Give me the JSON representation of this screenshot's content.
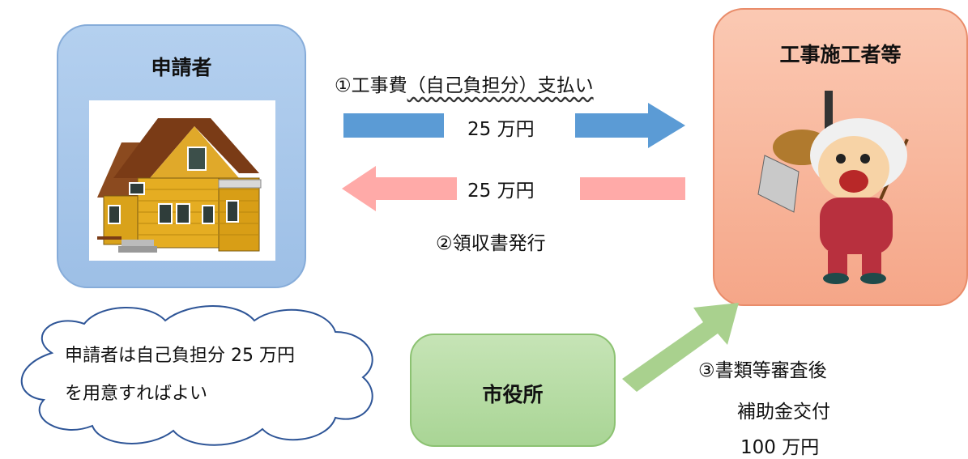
{
  "applicant": {
    "title": "申請者"
  },
  "contractor": {
    "title": "工事施工者等"
  },
  "city_hall": {
    "title": "市役所"
  },
  "flow_payment": {
    "label_prefix": "①工事費",
    "label_wavy": "（自己負担分）支払い",
    "amount": "25 万円"
  },
  "flow_receipt": {
    "label": "②領収書発行",
    "amount": "25 万円"
  },
  "flow_subsidy": {
    "line1": "③書類等審査後",
    "line2": "補助金交付",
    "amount": "100 万円"
  },
  "cloud_note": {
    "line1": "申請者は自己負担分 25 万円",
    "line2": "を用意すればよい"
  },
  "colors": {
    "blue_arrow": "#5b9bd5",
    "pink_arrow": "#ffaaa8",
    "green_arrow": "#a9d18e"
  }
}
